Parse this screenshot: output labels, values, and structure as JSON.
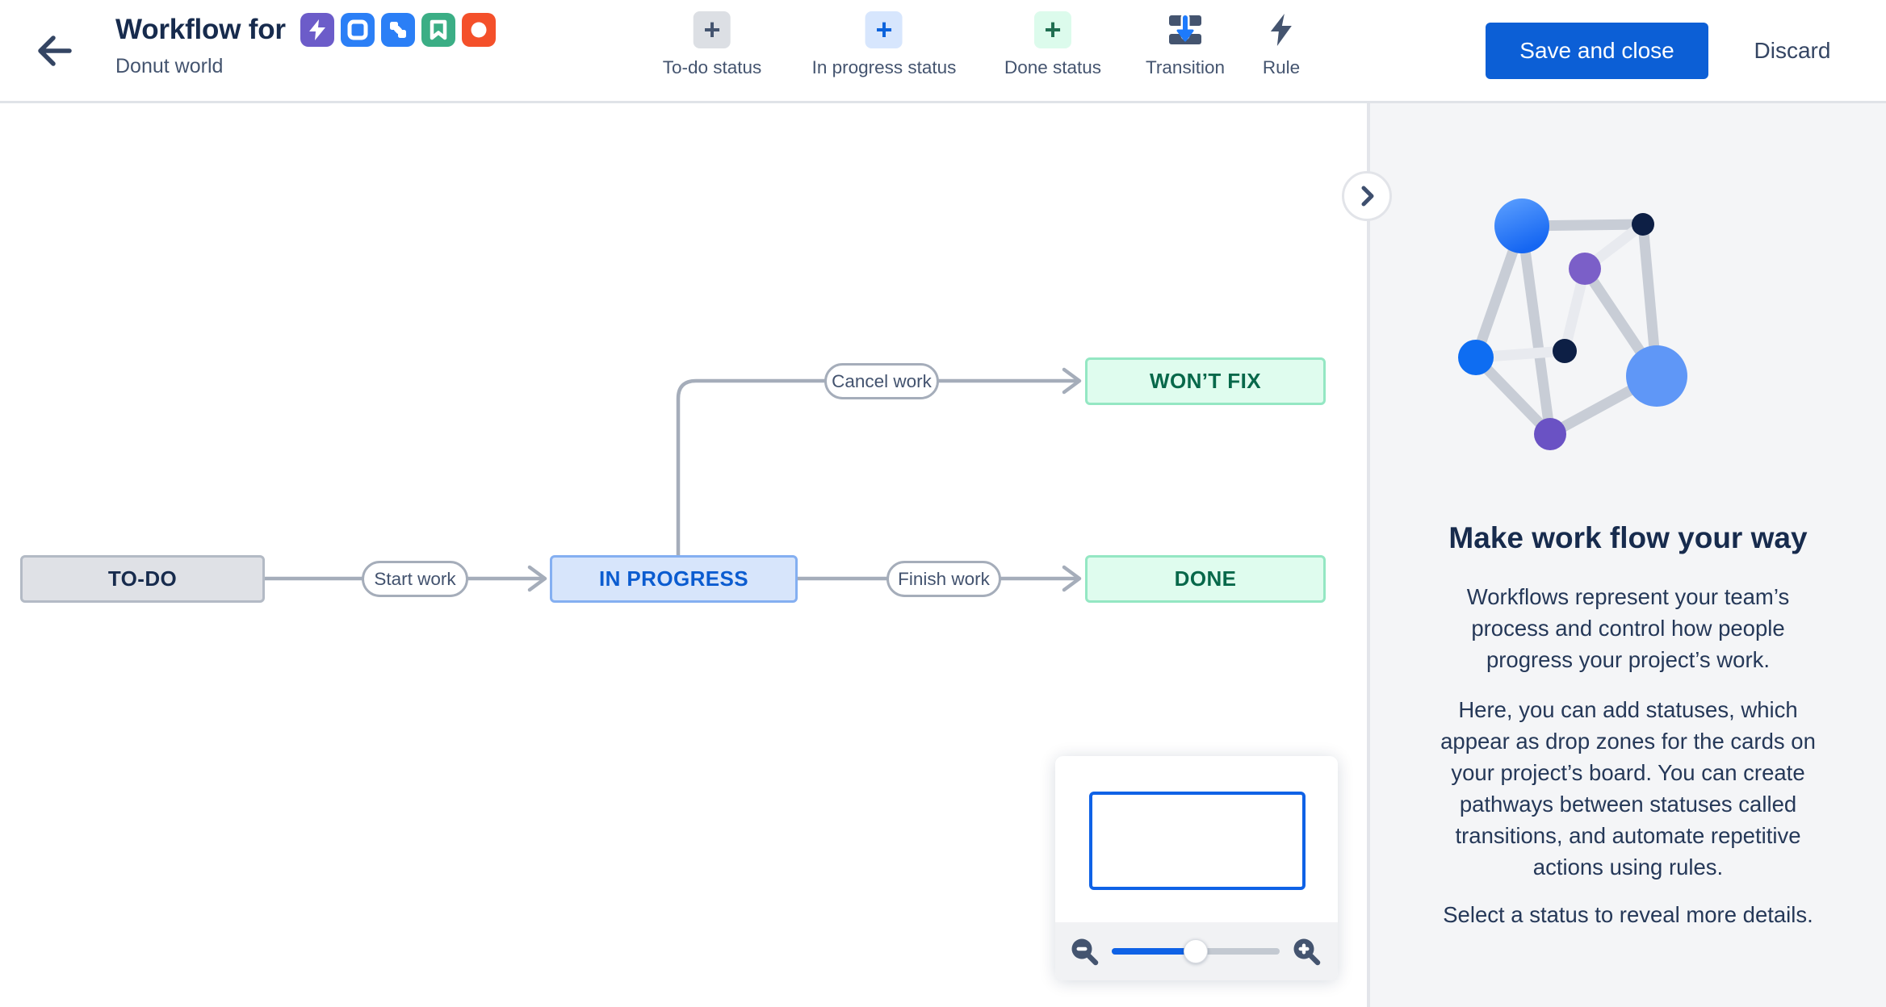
{
  "header": {
    "title": "Workflow for",
    "subtitle": "Donut world",
    "project_icons": [
      {
        "name": "epic-lightning-icon",
        "color": "#6C5CC9"
      },
      {
        "name": "task-square-icon",
        "color": "#2B7FF6"
      },
      {
        "name": "subtask-icon",
        "color": "#2B7FF6"
      },
      {
        "name": "story-bookmark-icon",
        "color": "#3BAE85"
      },
      {
        "name": "incident-circle-icon",
        "color": "#F4502A"
      }
    ],
    "toolbar": [
      {
        "label": "To-do status",
        "icon": "plus-icon",
        "plus": "+"
      },
      {
        "label": "In progress status",
        "icon": "plus-icon",
        "plus": "+"
      },
      {
        "label": "Done status",
        "icon": "plus-icon",
        "plus": "+"
      },
      {
        "label": "Transition",
        "icon": "transition-icon"
      },
      {
        "label": "Rule",
        "icon": "lightning-icon"
      }
    ],
    "actions": {
      "save": "Save and close",
      "discard": "Discard"
    }
  },
  "canvas": {
    "statuses": [
      {
        "label": "TO-DO",
        "category": "todo"
      },
      {
        "label": "IN PROGRESS",
        "category": "in-progress"
      },
      {
        "label": "DONE",
        "category": "done"
      },
      {
        "label": "WON’T FIX",
        "category": "done"
      }
    ],
    "transitions": [
      {
        "label": "Start work",
        "from": "TO-DO",
        "to": "IN PROGRESS"
      },
      {
        "label": "Finish work",
        "from": "IN PROGRESS",
        "to": "DONE"
      },
      {
        "label": "Cancel work",
        "from": "IN PROGRESS",
        "to": "WON’T FIX"
      }
    ]
  },
  "minimap": {
    "zoom_out_icon": "magnifier-minus-icon",
    "zoom_in_icon": "magnifier-plus-icon",
    "zoom_level_fraction": 0.5
  },
  "sidebar": {
    "collapse_icon": "chevron-right-icon",
    "heading": "Make work flow your way",
    "paragraphs": [
      "Workflows represent your team’s process and control how people progress your project’s work.",
      "Here, you can add statuses, which appear as drop zones for the cards on your project’s board. You can create pathways between statuses called transitions, and automate repetitive actions using rules.",
      "Select a status to reveal more details."
    ]
  },
  "colors": {
    "primary_button": "#0C5FD6",
    "todo_bg": "#DFE1E6",
    "in_progress_bg": "#D7E5FB",
    "done_bg": "#DFFCEE",
    "connector": "#A5ADBA",
    "sidebar_bg": "#F4F5F7"
  }
}
